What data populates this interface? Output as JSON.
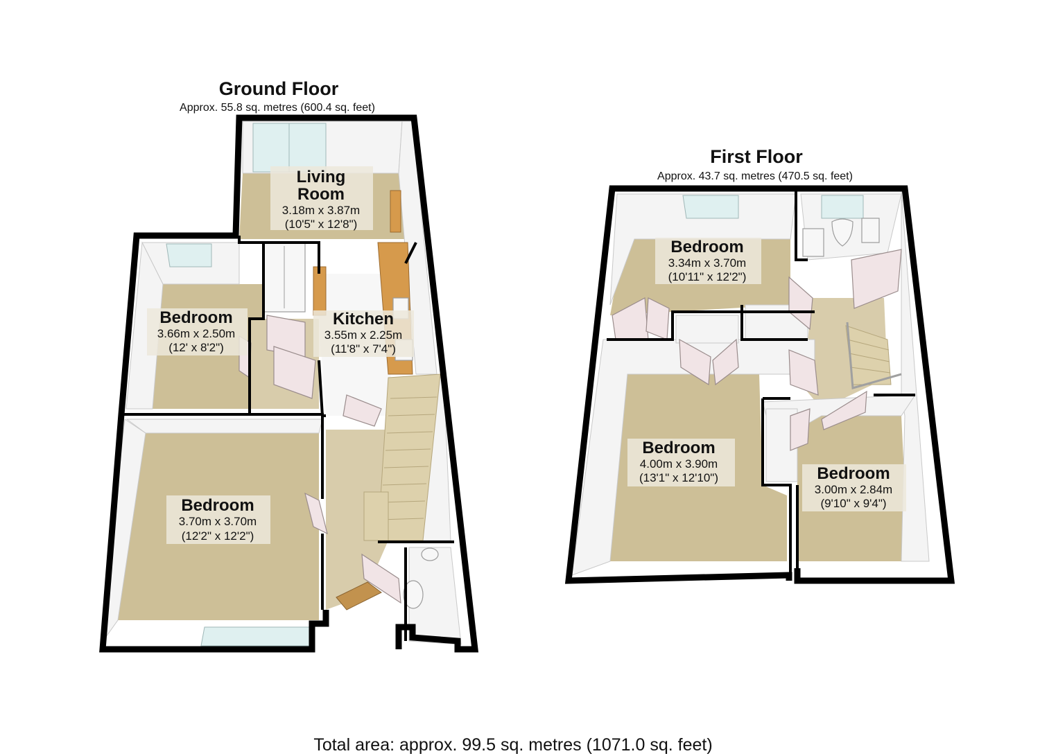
{
  "ground_floor": {
    "title": "Ground Floor",
    "area": "Approx. 55.8 sq. metres (600.4 sq. feet)",
    "rooms": [
      {
        "name": "Living",
        "name2": "Room",
        "metric": "3.18m x 3.87m",
        "imperial": "(10'5\" x 12'8\")"
      },
      {
        "name": "Bedroom",
        "metric": "3.66m x 2.50m",
        "imperial": "(12' x 8'2\")"
      },
      {
        "name": "Kitchen",
        "metric": "3.55m x 2.25m",
        "imperial": "(11'8\" x 7'4\")"
      },
      {
        "name": "Bedroom",
        "metric": "3.70m x 3.70m",
        "imperial": "(12'2\" x 12'2\")"
      }
    ]
  },
  "first_floor": {
    "title": "First Floor",
    "area": "Approx. 43.7 sq. metres (470.5 sq. feet)",
    "rooms": [
      {
        "name": "Bedroom",
        "metric": "3.34m x 3.70m",
        "imperial": "(10'11\" x 12'2\")"
      },
      {
        "name": "Bedroom",
        "metric": "4.00m x 3.90m",
        "imperial": "(13'1\" x 12'10\")"
      },
      {
        "name": "Bedroom",
        "metric": "3.00m x 2.84m",
        "imperial": "(9'10\" x 9'4\")"
      }
    ]
  },
  "total_area": "Total area: approx. 99.5 sq. metres (1071.0 sq. feet)",
  "colors": {
    "carpet": "#cdbf97",
    "wall": "#000000",
    "door": "#f1e4e6",
    "window": "#dff0f0",
    "counter": "#d69a4c"
  }
}
